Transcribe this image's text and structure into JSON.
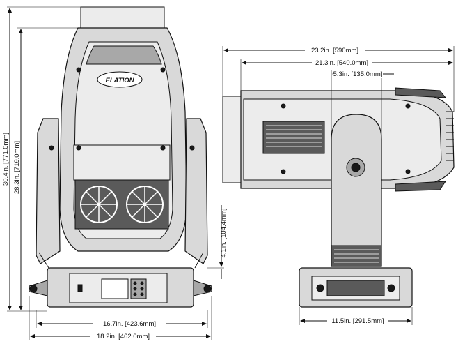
{
  "logo": {
    "text": "ELATION"
  },
  "dimensions": {
    "total_height": "30.4in. [771.0mm]",
    "head_height": "28.3in. [719.0mm]",
    "base_height": "4.1in. [104.4mm]",
    "arm_width": "16.7in. [423.6mm]",
    "base_width_front": "18.2in. [462.0mm]",
    "side_overall_length": "23.2in. [590mm]",
    "side_head_length": "21.3in. [540.0mm]",
    "side_pivot_offset": "5.3in. [135.0mm]",
    "side_base_width": "11.5in. [291.5mm]"
  }
}
